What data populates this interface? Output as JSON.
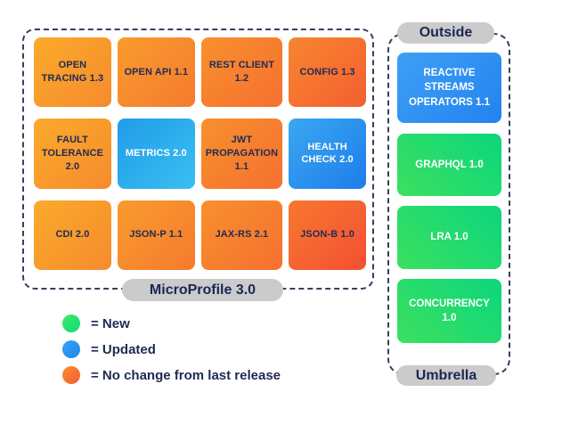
{
  "left_group": {
    "label": "MicroProfile 3.0",
    "tiles": [
      {
        "label": "OPEN TRACING 1.3",
        "status": "no-change"
      },
      {
        "label": "OPEN API 1.1",
        "status": "no-change"
      },
      {
        "label": "REST CLIENT 1.2",
        "status": "no-change"
      },
      {
        "label": "CONFIG 1.3",
        "status": "no-change"
      },
      {
        "label": "FAULT TOLERANCE 2.0",
        "status": "no-change"
      },
      {
        "label": "METRICS 2.0",
        "status": "updated"
      },
      {
        "label": "JWT PROPAGATION 1.1",
        "status": "no-change"
      },
      {
        "label": "HEALTH CHECK 2.0",
        "status": "updated"
      },
      {
        "label": "CDI 2.0",
        "status": "no-change"
      },
      {
        "label": "JSON-P 1.1",
        "status": "no-change"
      },
      {
        "label": "JAX-RS 2.1",
        "status": "no-change"
      },
      {
        "label": "JSON-B 1.0",
        "status": "no-change"
      }
    ]
  },
  "right_group": {
    "top_label": "Outside",
    "bottom_label": "Umbrella",
    "tiles": [
      {
        "label": "REACTIVE STREAMS OPERATORS 1.1",
        "status": "updated"
      },
      {
        "label": "GRAPHQL 1.0",
        "status": "new"
      },
      {
        "label": "LRA 1.0",
        "status": "new"
      },
      {
        "label": "CONCURRENCY 1.0",
        "status": "new"
      }
    ]
  },
  "legend": {
    "items": [
      {
        "label": "= New",
        "color": "#1fdd75"
      },
      {
        "label": "= Updated",
        "color": "#2493f0"
      },
      {
        "label": "= No change from last release",
        "color": "#f76c32"
      }
    ]
  },
  "colors": {
    "status_new": "#1fdd75",
    "status_updated": "#2493f0",
    "status_no_change": "#f57e2e",
    "pill_background": "#cbcbcb",
    "dashed_border": "#3a3e5b",
    "tile_text_navy": "#212c54"
  }
}
